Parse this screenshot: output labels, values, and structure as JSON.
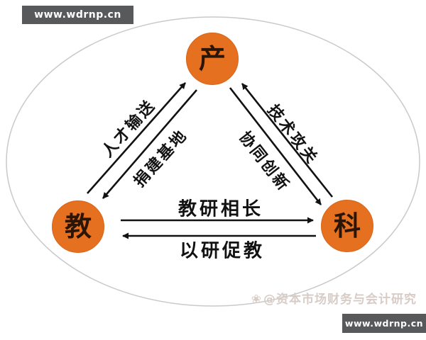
{
  "watermarks": {
    "top_left_url": "www.wdrnp.cn",
    "bottom_right_url": "www.wdrnp.cn",
    "credit_icon": "❀",
    "credit_text": "@资本市场财务与会计研究"
  },
  "diagram": {
    "type": "triangle-relationship",
    "nodes": [
      {
        "id": "industry",
        "label": "产",
        "position": "top"
      },
      {
        "id": "education",
        "label": "教",
        "position": "bottom-left"
      },
      {
        "id": "science",
        "label": "科",
        "position": "bottom-right"
      }
    ],
    "edges": [
      {
        "label": "人才输送",
        "from": "教",
        "to": "产"
      },
      {
        "label": "捐建基地",
        "from": "产",
        "to": "教"
      },
      {
        "label": "技术攻关",
        "from": "科",
        "to": "产"
      },
      {
        "label": "协同创新",
        "from": "产",
        "to": "科"
      },
      {
        "label": "教研相长",
        "from": "教",
        "to": "科"
      },
      {
        "label": "以研促教",
        "from": "科",
        "to": "教"
      }
    ],
    "colors": {
      "node_fill": "#e5701f",
      "node_text": "#2b1507",
      "arrow": "#121212",
      "ellipse_stroke": "#c9c9c9",
      "watermark_bar": "#58595b"
    }
  }
}
